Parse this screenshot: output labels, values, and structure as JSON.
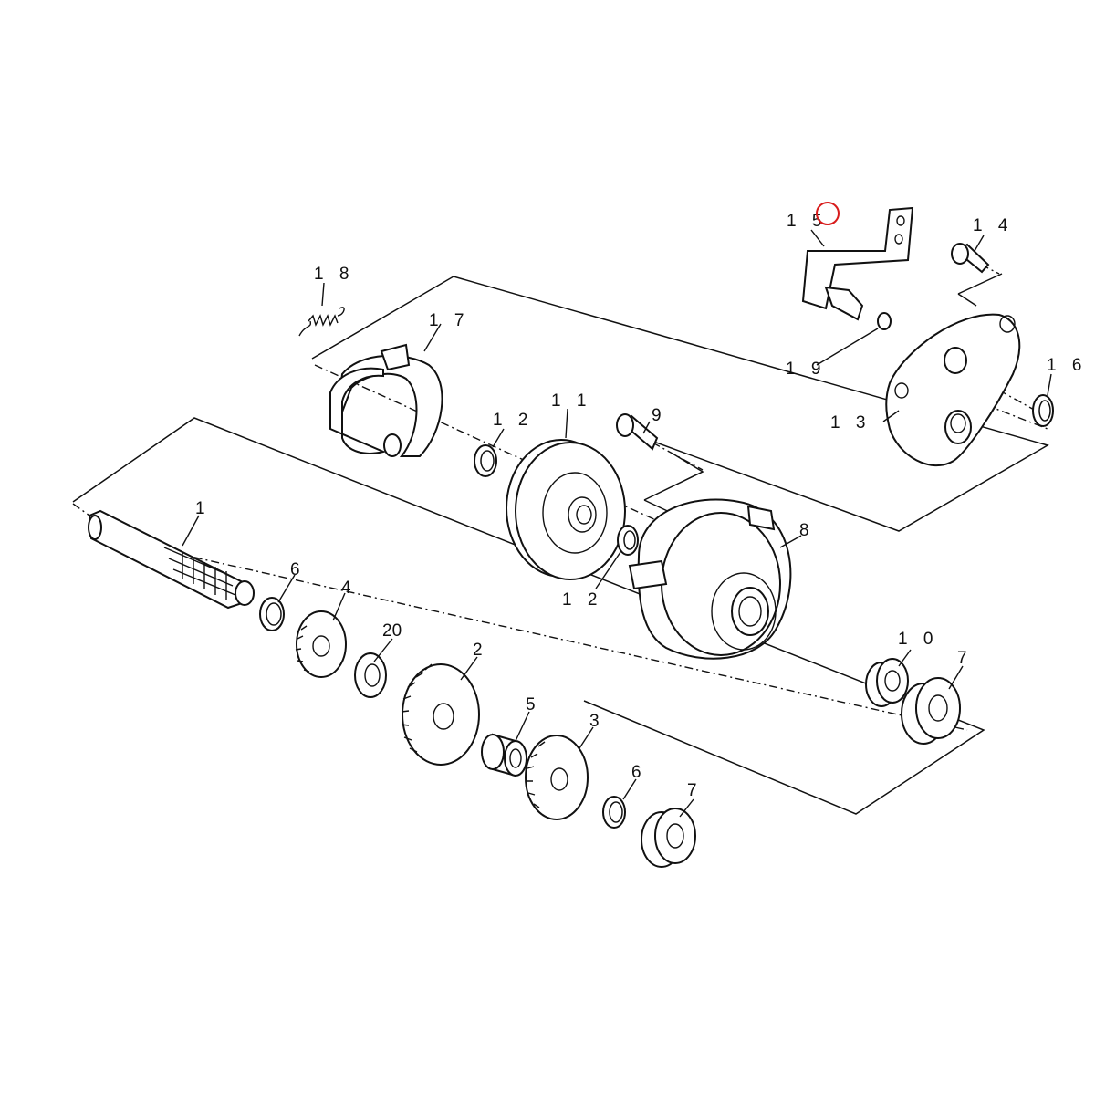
{
  "diagram": {
    "highlight_color": "#d81b1b",
    "labels": {
      "p1": "1",
      "p2": "2",
      "p3": "3",
      "p4": "4",
      "p5": "5",
      "p6a": "6",
      "p6b": "6",
      "p7a": "7",
      "p7b": "7",
      "p8": "8",
      "p9": "9",
      "p10": "1 0",
      "p11": "1 1",
      "p12a": "1 2",
      "p12b": "1 2",
      "p13": "1 3",
      "p14": "1 4",
      "p15": "1 5",
      "p16": "1 6",
      "p17": "1 7",
      "p18": "1 8",
      "p19": "1 9",
      "p20": "20"
    }
  }
}
